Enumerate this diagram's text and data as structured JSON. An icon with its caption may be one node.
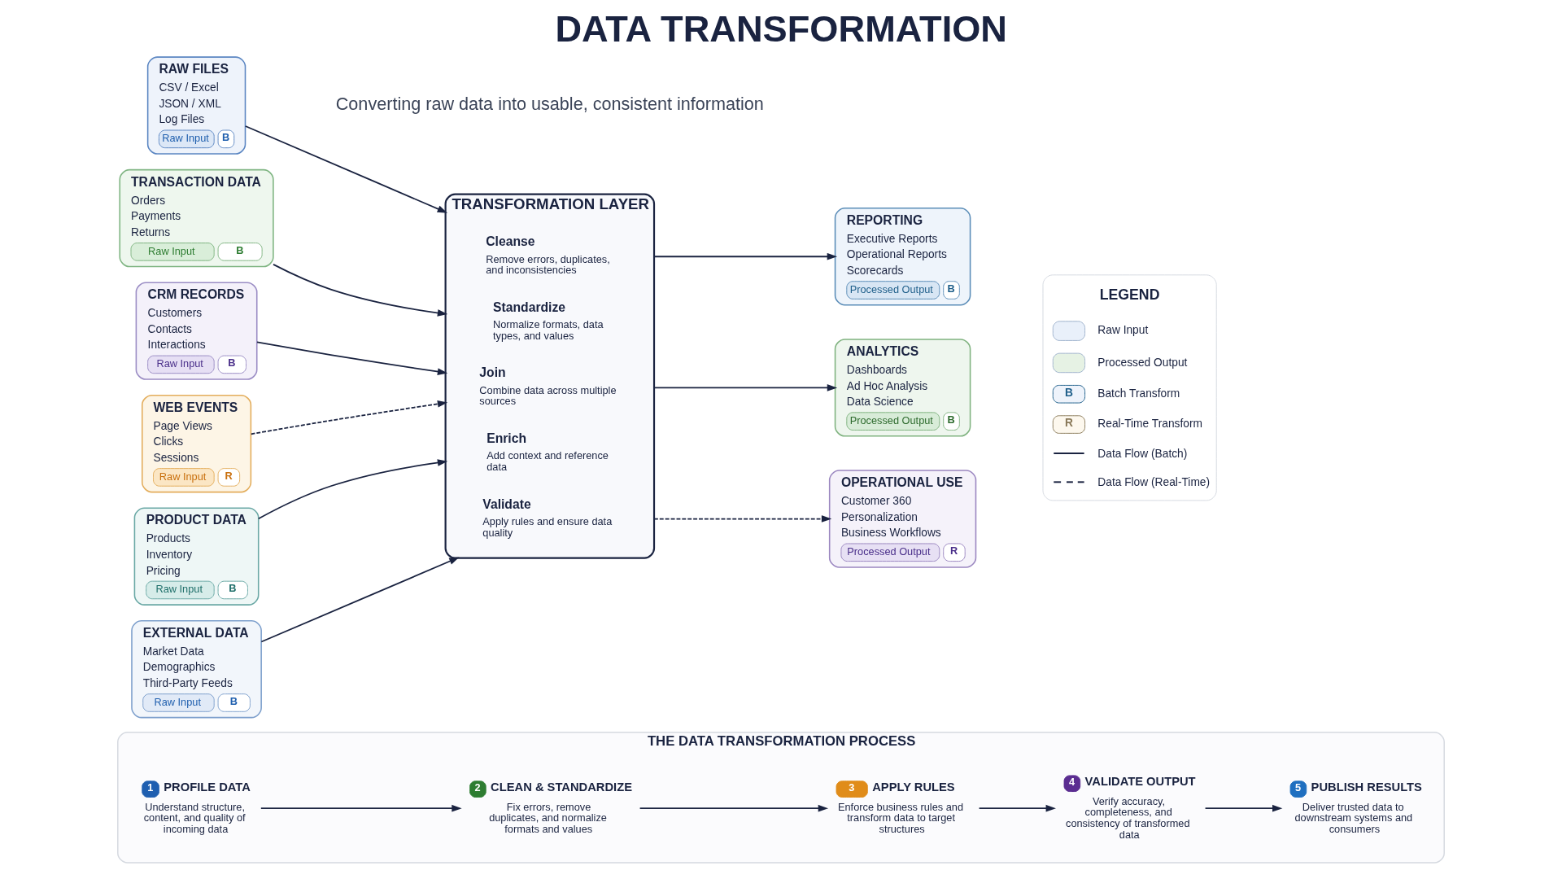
{
  "diagram": {
    "title": "DATA TRANSFORMATION",
    "nodes": [
      {
        "text": [
          "RAW FILES",
          "CSV / Excel",
          "JSON / XML",
          "Log Files",
          "Raw Input",
          "B"
        ]
      },
      {
        "text": [
          "TRANSACTION DATA",
          "Orders",
          "Payments",
          "Returns",
          "Raw Input",
          "B"
        ]
      },
      {
        "text": [
          "CRM RECORDS",
          "Customers",
          "Contacts",
          "Interactions",
          "Raw Input",
          "B"
        ]
      },
      {
        "text": [
          "WEB EVENTS",
          "Page Views",
          "Clicks",
          "Sessions",
          "Raw Input",
          "R"
        ]
      },
      {
        "text": [
          "PRODUCT DATA",
          "Products",
          "Inventory",
          "Pricing",
          "Raw Input",
          "B"
        ]
      },
      {
        "text": [
          "EXTERNAL DATA",
          "Market Data",
          "Demographics",
          "Third-Party Feeds",
          "Raw Input",
          "B"
        ]
      },
      {
        "text": [
          "TRANSFORMATION LAYER"
        ]
      },
      {
        "text": [
          "Cleanse",
          "Remove errors, duplicates, and inconsistencies"
        ],
        "in": 6
      },
      {
        "text": [
          "Standardize",
          "Normalize formats, data types, and values"
        ],
        "in": 6
      },
      {
        "text": [
          "Join",
          "Combine data across multiple sources"
        ],
        "in": 6
      },
      {
        "text": [
          "Enrich",
          "Add context and reference data"
        ],
        "in": 6
      },
      {
        "text": [
          "Validate",
          "Apply rules and ensure data quality"
        ],
        "in": 6
      },
      {
        "text": [
          "REPORTING",
          "Executive Reports",
          "Operational Reports",
          "Scorecards",
          "Processed Output",
          "B"
        ]
      },
      {
        "text": [
          "ANALYTICS",
          "Dashboards",
          "Ad Hoc Analysis",
          "Data Science",
          "Processed Output",
          "B"
        ]
      },
      {
        "text": [
          "OPERATIONAL USE",
          "Customer 360",
          "Personalization",
          "Business Workflows",
          "Processed Output",
          "R"
        ]
      },
      {
        "text": [
          "THE DATA TRANSFORMATION PROCESS"
        ]
      },
      {
        "text": [
          "1",
          "PROFILE DATA",
          "Understand structure, content, and quality of incoming data"
        ],
        "in": 15
      },
      {
        "text": [
          "2",
          "CLEAN & STANDARDIZE",
          "Fix errors, remove duplicates, and normalize formats and values"
        ],
        "in": 15
      },
      {
        "text": [
          "3",
          "APPLY RULES",
          "Enforce business rules and transform data to target structures"
        ],
        "in": 15
      },
      {
        "text": [
          "4",
          "VALIDATE OUTPUT",
          "Verify accuracy, completeness, and consistency of transformed data"
        ],
        "in": 15
      },
      {
        "text": [
          "5",
          "PUBLISH RESULTS",
          "Deliver trusted data to downstream systems and consumers"
        ],
        "in": 15
      }
    ],
    "edges": [
      {
        "from": 0,
        "to": 6,
        "arrow": "to"
      },
      {
        "from": 1,
        "to": 6,
        "arrow": "to"
      },
      {
        "from": 2,
        "to": 6,
        "arrow": "to"
      },
      {
        "from": 3,
        "to": 6,
        "arrow": "to",
        "style": "dashed"
      },
      {
        "from": 4,
        "to": 6,
        "arrow": "to"
      },
      {
        "from": 5,
        "to": 6,
        "arrow": "to"
      },
      {
        "from": 6,
        "to": 12,
        "arrow": "to"
      },
      {
        "from": 6,
        "to": 13,
        "arrow": "to"
      },
      {
        "from": 6,
        "to": 14,
        "arrow": "to",
        "style": "dashed"
      },
      {
        "from": 16,
        "to": 17,
        "arrow": "to"
      },
      {
        "from": 17,
        "to": 18,
        "arrow": "to"
      },
      {
        "from": 18,
        "to": 19,
        "arrow": "to"
      },
      {
        "from": 19,
        "to": 20,
        "arrow": "to"
      }
    ],
    "labels": [
      "Converting raw data into usable, consistent information",
      "LEGEND",
      "B",
      "R"
    ],
    "legend": [
      {
        "text": "Raw Input",
        "color": "#e9f0fa"
      },
      {
        "text": "Processed Output",
        "color": "#e6f2e4"
      },
      {
        "text": "Batch Transform"
      },
      {
        "text": "Real-Time Transform"
      },
      {
        "text": "Data Flow (Batch)"
      },
      {
        "text": "Data Flow (Real-Time)"
      }
    ]
  }
}
